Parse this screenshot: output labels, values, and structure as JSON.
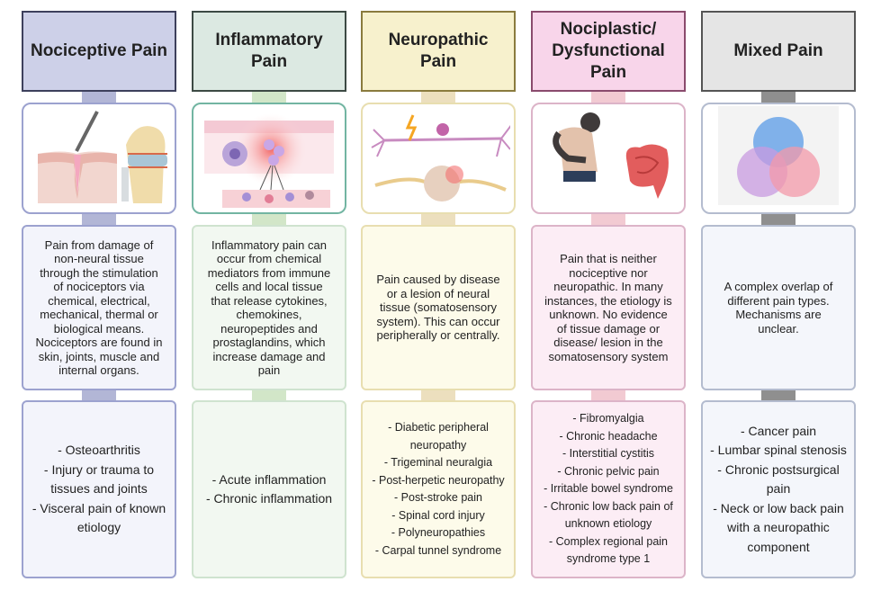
{
  "columns": [
    {
      "title": "Nociceptive Pain",
      "image": "skin-incision-and-knee-joint-illustration",
      "description": "Pain from damage of non-neural tissue through the stimulation of nociceptors via chemical, electrical, mechanical, thermal or biological means. Nociceptors are found in skin, joints, muscle and internal organs.",
      "examples": [
        "- Osteoarthritis",
        "- Injury or trauma to tissues and joints",
        "- Visceral pain of known etiology"
      ],
      "colors": {
        "header": "#cdd0e8",
        "border": "#3d405c",
        "connector": "#b2b6d6",
        "box_border": "#9ca2cf",
        "box_bg": "#f3f4fb"
      }
    },
    {
      "title": "Inflammatory Pain",
      "image": "inflamed-tissue-immune-cells-illustration",
      "description": "Inflammatory pain can occur from chemical mediators from immune cells and local tissue that release cytokines, chemokines, neuropeptides and prostaglandins, which increase damage and pain",
      "examples": [
        "- Acute inflammation",
        "- Chronic inflammation"
      ],
      "colors": {
        "header": "#dce9e2",
        "border": "#3d4a44",
        "connector": "#d2e6c8",
        "box_border": "#cfe3cf",
        "box_bg": "#f2f8f1",
        "image_border": "#72b5a2"
      }
    },
    {
      "title": "Neuropathic Pain",
      "image": "neuron-and-spinal-cord-lesion-illustration",
      "description": "Pain caused by disease or a lesion of neural tissue (somatosensory system). This can occur peripherally or centrally.",
      "examples": [
        "- Diabetic peripheral neuropathy",
        "- Trigeminal neuralgia",
        "- Post-herpetic neuropathy",
        "- Post-stroke pain",
        "- Spinal cord injury",
        "- Polyneuropathies",
        "- Carpal tunnel syndrome"
      ],
      "colors": {
        "header": "#f7f1cd",
        "border": "#8a7b3e",
        "connector": "#ecdfbe",
        "box_border": "#e8deb0",
        "box_bg": "#fdfbea"
      }
    },
    {
      "title": "Nociplastic/ Dysfunctional Pain",
      "image": "person-with-abdominal-pain-and-intestine-illustration",
      "description": "Pain that is neither nociceptive nor neuropathic.  In many instances, the etiology is unknown. No evidence of tissue damage or disease/ lesion in the somatosensory system",
      "examples": [
        "- Fibromyalgia",
        "- Chronic headache",
        "- Interstitial cystitis",
        "- Chronic pelvic pain",
        "- Irritable bowel syndrome",
        "- Chronic low back pain of unknown etiology",
        "- Complex regional pain syndrome type 1"
      ],
      "colors": {
        "header": "#f8d5ea",
        "border": "#8a4b6d",
        "connector": "#f2cad2",
        "box_border": "#dcb4c8",
        "box_bg": "#fcedf5"
      }
    },
    {
      "title": "Mixed Pain",
      "image": "overlapping-circles-venn-illustration",
      "description": "A complex overlap of different pain types. Mechanisms are unclear.",
      "examples": [
        "- Cancer pain",
        "- Lumbar spinal stenosis",
        "- Chronic postsurgical pain",
        "- Neck or low back pain with a neuropathic component"
      ],
      "colors": {
        "header": "#e5e5e5",
        "border": "#555555",
        "connector": "#8f8f8f",
        "box_border": "#b4bccf",
        "box_bg": "#f4f6fb"
      }
    }
  ]
}
